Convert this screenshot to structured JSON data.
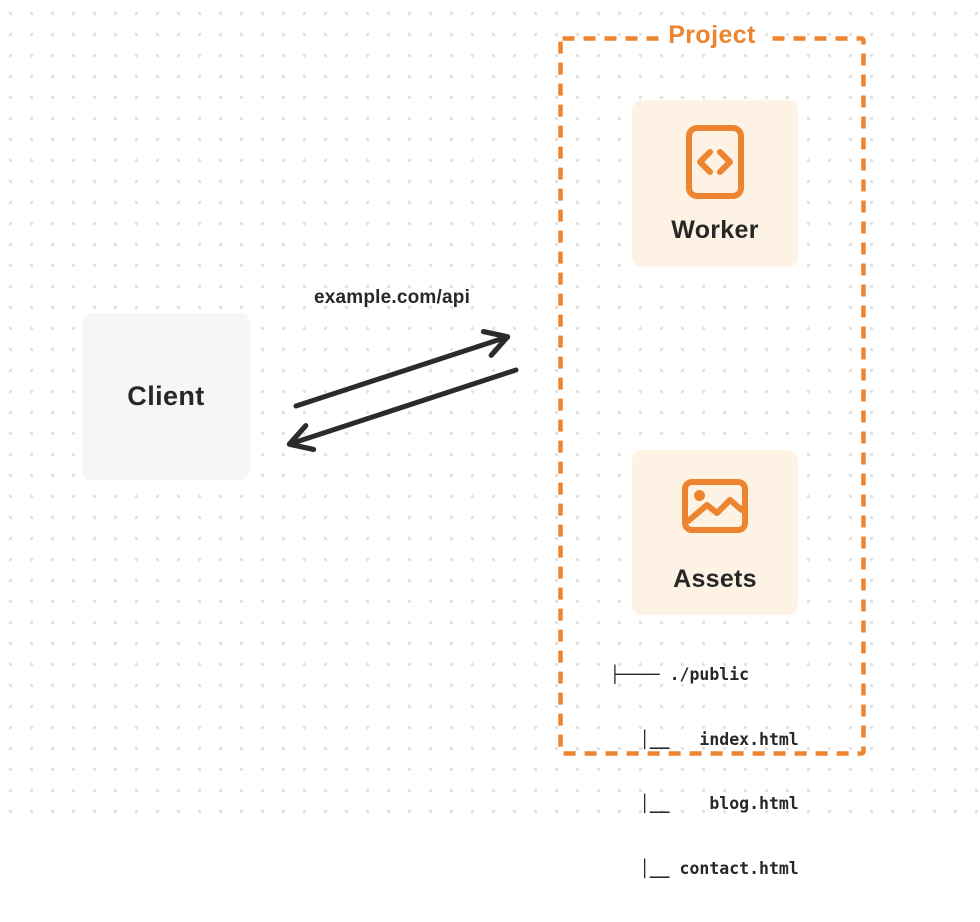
{
  "diagram": {
    "client": {
      "label": "Client"
    },
    "request": {
      "label": "example.com/api"
    },
    "project": {
      "label": "Project",
      "worker": {
        "label": "Worker",
        "icon": "code-file-icon"
      },
      "assets": {
        "label": "Assets",
        "icon": "image-icon"
      },
      "file_tree": {
        "root": "./public",
        "files": [
          "index.html",
          "blog.html",
          "contact.html"
        ],
        "lines": [
          "├──── ./public",
          "   │__   index.html",
          "   │__    blog.html",
          "   │__ contact.html"
        ]
      }
    },
    "colors": {
      "accent_orange": "#ED8430",
      "card_cream": "#FDF2E3",
      "client_gray": "#F6F6F7",
      "ink": "#272727",
      "dot_grid": "#E1E1E1"
    }
  }
}
